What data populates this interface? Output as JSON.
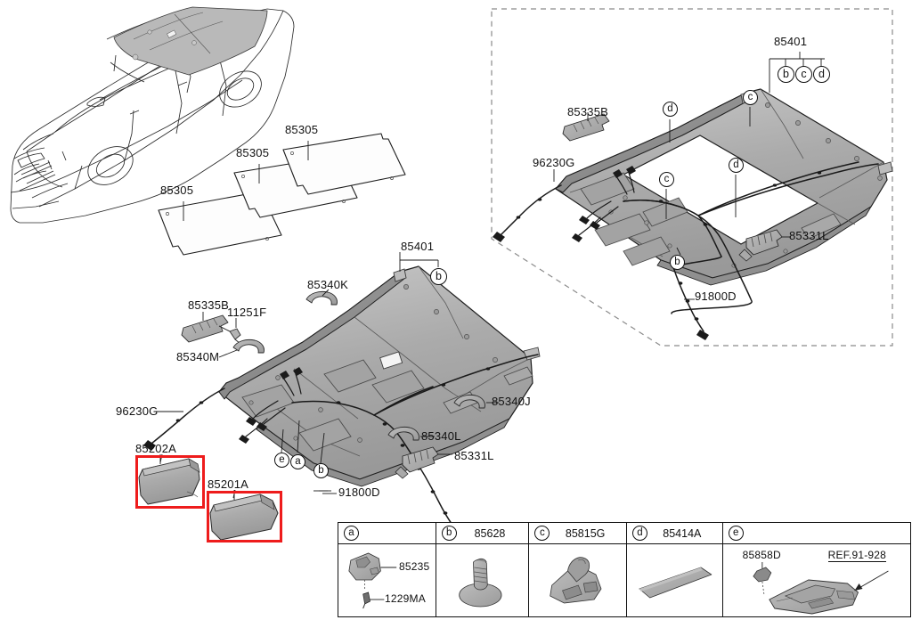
{
  "diagram": {
    "title": "Headlining / Sunvisor Parts Diagram",
    "accent_highlight_color": "#ee1c1c",
    "part_fill_color": "#b0b0b0",
    "line_color": "#111111"
  },
  "vehicle_view": {
    "name": "sedan-isometric-outline"
  },
  "sunshade_panels": [
    {
      "id": "panel-left",
      "label": "85305"
    },
    {
      "id": "panel-mid",
      "label": "85305"
    },
    {
      "id": "panel-right",
      "label": "85305"
    }
  ],
  "main_assembly": {
    "name": "headliner-main",
    "labels": {
      "bracket_85401": "85401",
      "ref_85401_b": "b",
      "handle_85340K": "85340K",
      "bracket_85335B": "85335B",
      "screw_11251F": "11251F",
      "handle_85340M": "85340M",
      "wire_96230G": "96230G",
      "handle_85340J": "85340J",
      "handle_85340L": "85340L",
      "clip_85331L": "85331L",
      "wire_91800D": "91800D",
      "ref_e": "e",
      "ref_a": "a",
      "ref_b": "b"
    }
  },
  "sunvisors": [
    {
      "id": "visor-passenger",
      "label": "85202A",
      "highlighted": true
    },
    {
      "id": "visor-driver",
      "label": "85201A",
      "highlighted": true
    }
  ],
  "inset_assembly": {
    "name": "headliner-sunroof-variant",
    "dashed_border": true,
    "labels": {
      "bracket_85401": "85401",
      "ref_b": "b",
      "ref_c": "c",
      "ref_d": "d",
      "bracket_85335B": "85335B",
      "wire_96230G": "96230G",
      "clip_85331L": "85331L",
      "wire_91800D": "91800D",
      "ref_d_top": "d",
      "ref_c_top": "c",
      "ref_c_mid": "c",
      "ref_d_mid": "d",
      "ref_b_low": "b"
    }
  },
  "legend": {
    "columns": [
      {
        "key": "a",
        "part_number": "",
        "icon": "clip-with-screw",
        "callouts": [
          {
            "text": "85235"
          },
          {
            "text": "1229MA"
          }
        ]
      },
      {
        "key": "b",
        "part_number": "85628",
        "icon": "grommet-screw",
        "callouts": []
      },
      {
        "key": "c",
        "part_number": "85815G",
        "icon": "retainer-clip",
        "callouts": []
      },
      {
        "key": "d",
        "part_number": "85414A",
        "icon": "flat-pad-strip",
        "callouts": []
      },
      {
        "key": "e",
        "part_number": "",
        "icon": "overhead-console-lamp",
        "callouts": [
          {
            "text": "85858D"
          },
          {
            "text": "REF.91-928"
          }
        ]
      }
    ]
  }
}
